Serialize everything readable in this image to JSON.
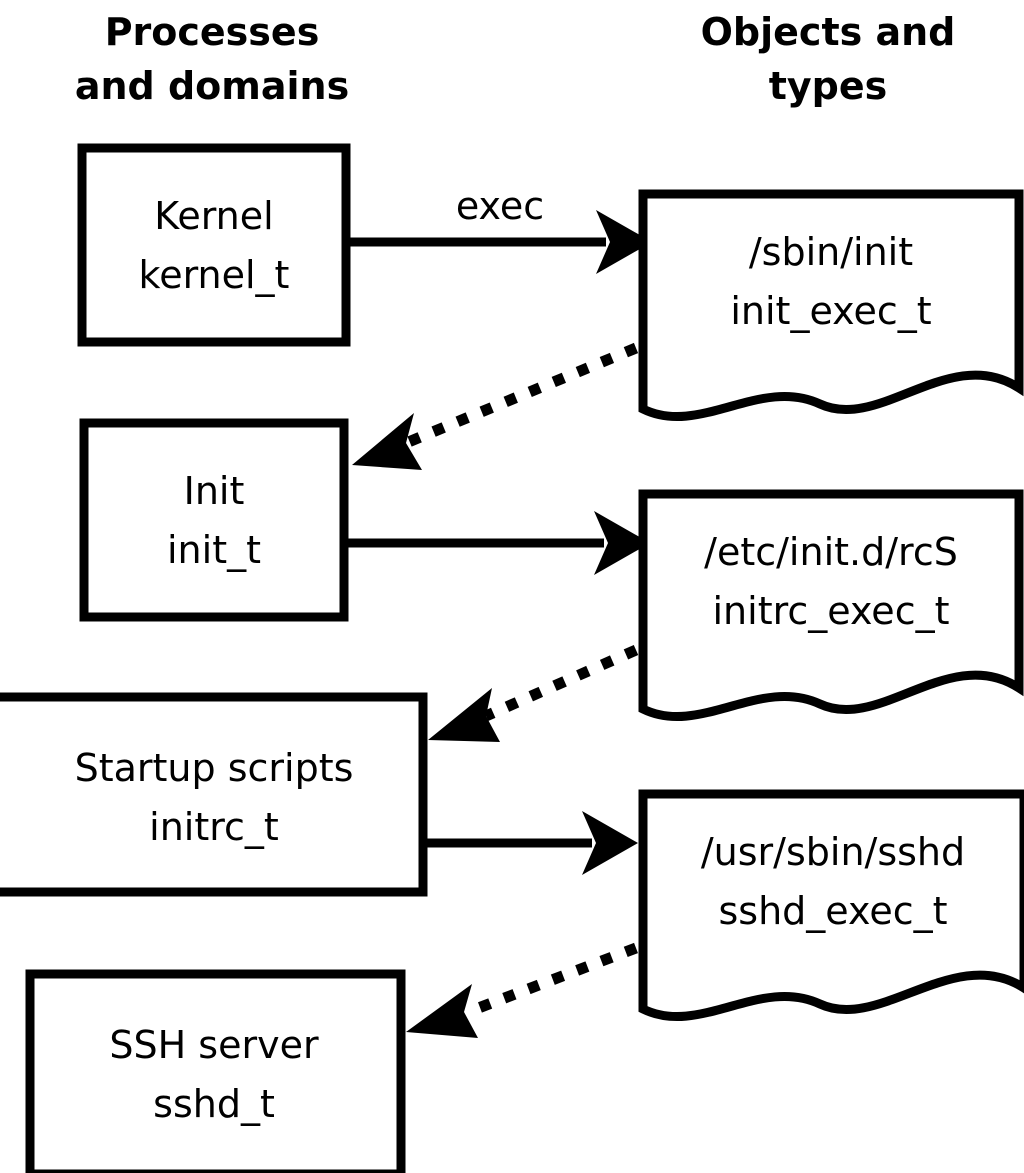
{
  "diagram": {
    "title_columns": {
      "left": {
        "line1": "Processes",
        "line2": "and domains"
      },
      "right": {
        "line1": "Objects and",
        "line2": "types"
      }
    },
    "process_nodes": [
      {
        "id": "kernel",
        "line1": "Kernel",
        "line2": "kernel_t"
      },
      {
        "id": "init",
        "line1": "Init",
        "line2": "init_t"
      },
      {
        "id": "initrc",
        "line1": "Startup scripts",
        "line2": "initrc_t"
      },
      {
        "id": "sshd",
        "line1": "SSH server",
        "line2": "sshd_t"
      }
    ],
    "object_nodes": [
      {
        "id": "init-exec",
        "line1": "/sbin/init",
        "line2": "init_exec_t"
      },
      {
        "id": "initrc-exec",
        "line1": "/etc/init.d/rcS",
        "line2": "initrc_exec_t"
      },
      {
        "id": "sshd-exec",
        "line1": "/usr/sbin/sshd",
        "line2": "sshd_exec_t"
      }
    ],
    "edges": [
      {
        "id": "kernel-exec-init",
        "from": "kernel",
        "to": "init-exec",
        "label": "exec",
        "style": "solid"
      },
      {
        "id": "init-exec-to-init",
        "from": "init-exec",
        "to": "init",
        "label": "",
        "style": "dotted"
      },
      {
        "id": "init-exec-initrc",
        "from": "init",
        "to": "initrc-exec",
        "label": "",
        "style": "solid"
      },
      {
        "id": "initrc-exec-to-initrc",
        "from": "initrc-exec",
        "to": "initrc",
        "label": "",
        "style": "dotted"
      },
      {
        "id": "initrc-exec-sshd",
        "from": "initrc",
        "to": "sshd-exec",
        "label": "",
        "style": "solid"
      },
      {
        "id": "sshd-exec-to-sshd",
        "from": "sshd-exec",
        "to": "sshd",
        "label": "",
        "style": "dotted"
      }
    ],
    "colors": {
      "stroke": "#000000",
      "fill": "#ffffff",
      "background": "#ffffff"
    }
  }
}
